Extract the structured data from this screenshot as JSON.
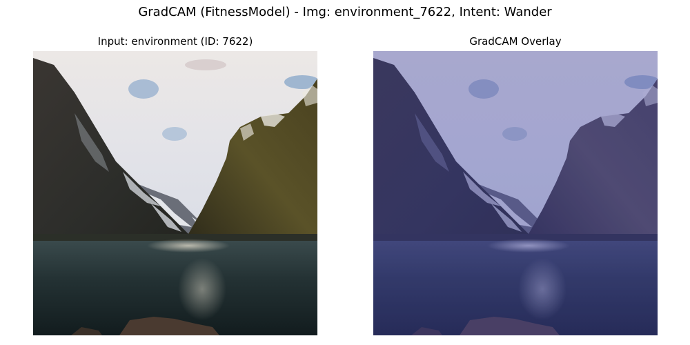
{
  "figure": {
    "title": "GradCAM (FitnessModel) - Img: environment_7622, Intent: Wander"
  },
  "panels": [
    {
      "title": "Input: environment (ID: 7622)",
      "image": "landscape-photo"
    },
    {
      "title": "GradCAM Overlay",
      "image": "landscape-photo-with-heatmap-overlay",
      "overlay_color": "#3b3a8f"
    }
  ]
}
